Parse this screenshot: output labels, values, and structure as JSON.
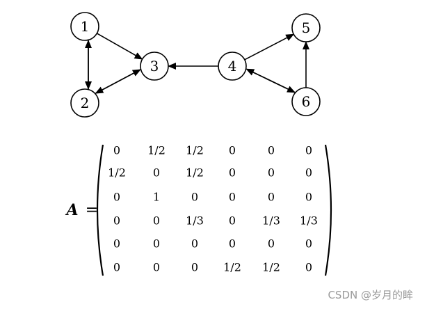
{
  "graph": {
    "nodes": [
      {
        "id": "1",
        "label": "1"
      },
      {
        "id": "2",
        "label": "2"
      },
      {
        "id": "3",
        "label": "3"
      },
      {
        "id": "4",
        "label": "4"
      },
      {
        "id": "5",
        "label": "5"
      },
      {
        "id": "6",
        "label": "6"
      }
    ],
    "edges": [
      {
        "from": "1",
        "to": "3"
      },
      {
        "from": "1",
        "to": "2"
      },
      {
        "from": "2",
        "to": "1"
      },
      {
        "from": "2",
        "to": "3"
      },
      {
        "from": "3",
        "to": "2"
      },
      {
        "from": "4",
        "to": "3"
      },
      {
        "from": "4",
        "to": "5"
      },
      {
        "from": "4",
        "to": "6"
      },
      {
        "from": "6",
        "to": "4"
      },
      {
        "from": "6",
        "to": "5"
      }
    ]
  },
  "matrix": {
    "name": "A",
    "equals": "=",
    "rows": [
      [
        "0",
        "1/2",
        "1/2",
        "0",
        "0",
        "0"
      ],
      [
        "1/2",
        "0",
        "1/2",
        "0",
        "0",
        "0"
      ],
      [
        "0",
        "1",
        "0",
        "0",
        "0",
        "0"
      ],
      [
        "0",
        "0",
        "1/3",
        "0",
        "1/3",
        "1/3"
      ],
      [
        "0",
        "0",
        "0",
        "0",
        "0",
        "0"
      ],
      [
        "0",
        "0",
        "0",
        "1/2",
        "1/2",
        "0"
      ]
    ]
  },
  "watermark": "CSDN @岁月的眸"
}
